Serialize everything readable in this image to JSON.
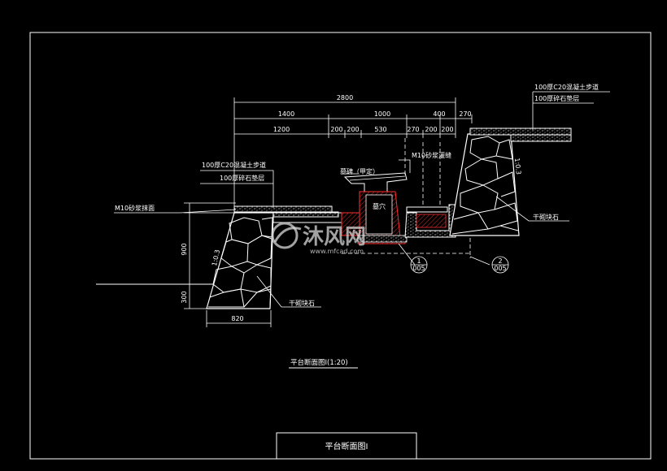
{
  "drawing": {
    "title_block_label": "平台断面图Ⅰ",
    "section_caption": "平台断面图Ⅰ(1:20)",
    "watermark": {
      "brand": "沐风网",
      "url": "www.mfcad.com"
    },
    "dimensions": {
      "overall": "2800",
      "row2": [
        "1400",
        "1000",
        "400",
        "270"
      ],
      "row3": [
        "1200",
        "200",
        "200",
        "530",
        "270",
        "200",
        "200"
      ],
      "height_900": "900",
      "height_300": "300",
      "base_width": "820"
    },
    "slope_left": "1:0.3",
    "slope_right": "1:0.3",
    "labels": {
      "right_walkway": "100厚C20混凝土步道",
      "right_gravel": "100厚碎石垫层",
      "left_walkway": "100厚C20混凝土步道",
      "left_gravel": "100厚碎石垫层",
      "mortar_face": "M10砂浆抹面",
      "mortar_joint": "M10砂浆灌缝",
      "tombstone": "墓碑（甲定）",
      "grave_pit": "墓穴",
      "dry_stone_left": "干砌块石",
      "dry_stone_right": "干砌块石"
    },
    "detail_refs": [
      {
        "num": "1",
        "sheet": "005"
      },
      {
        "num": "2",
        "sheet": "005"
      }
    ]
  }
}
